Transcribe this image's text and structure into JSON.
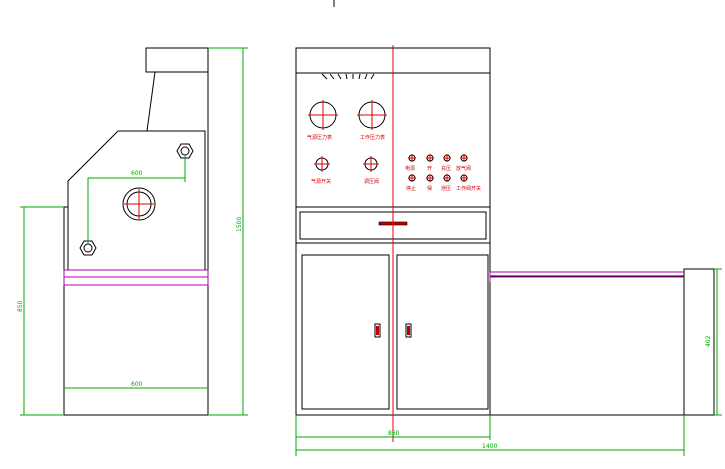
{
  "dimensions": {
    "left_top_width": "600",
    "left_height_total": "1500",
    "left_height_base": "850",
    "left_base_width": "600",
    "front_width": "860",
    "total_width": "1400",
    "side_height": "402"
  },
  "panel": {
    "gauge_left_label": "气源压力表",
    "gauge_right_label": "工作压力表",
    "valve_left_label": "气源开关",
    "valve_right_label": "调压阀",
    "lamp_labels_top": [
      "电源",
      "开",
      "充压",
      "放气阀"
    ],
    "lamp_labels_bottom": [
      "停止",
      "保",
      "泄压",
      "工作阀开关"
    ]
  },
  "colors": {
    "line": "#000000",
    "dimension": "#00aa00",
    "label": "#d40000",
    "centerline": "#dd0000",
    "accent": "#b000b0"
  }
}
